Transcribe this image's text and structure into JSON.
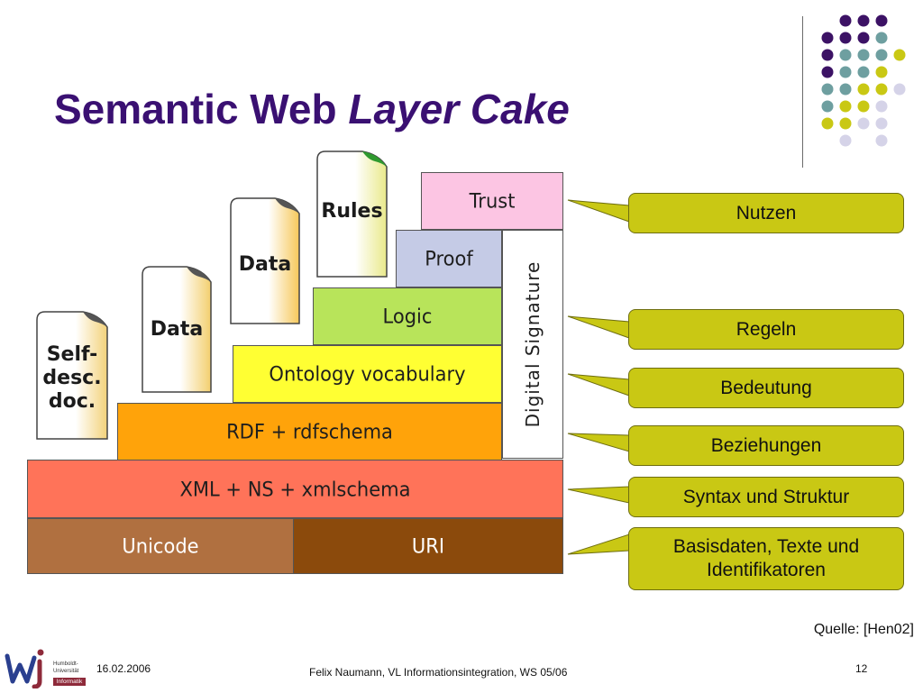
{
  "title": {
    "main": "Semantic Web ",
    "italic": "Layer Cake"
  },
  "layers": {
    "unicode": "Unicode",
    "uri": "URI",
    "xml": "XML + NS + xmlschema",
    "rdf": "RDF + rdfschema",
    "ontology": "Ontology vocabulary",
    "logic": "Logic",
    "proof": "Proof",
    "trust": "Trust",
    "signature": "Digital Signature"
  },
  "documents": {
    "self_desc": [
      "Self-",
      "desc.",
      "doc."
    ],
    "data1": "Data",
    "data2": "Data",
    "rules": "Rules"
  },
  "callouts": {
    "nutzen": "Nutzen",
    "regeln": "Regeln",
    "bedeutung": "Bedeutung",
    "beziehungen": "Beziehungen",
    "syntax": "Syntax und Struktur",
    "basis": [
      "Basisdaten, Texte und",
      "Identifikatoren"
    ]
  },
  "source": "Quelle: [Hen02]",
  "footer": {
    "date": "16.02.2006",
    "author": "Felix Naumann, VL Informationsintegration, WS 05/06",
    "page": "12"
  },
  "logo": {
    "line1": "Humboldt-",
    "line2": "Universität",
    "faculty": "Informatik"
  },
  "colors": {
    "title": "#3a1072",
    "callout": "#c9c814",
    "dot_purple": "#3c1265",
    "dot_teal": "#6e9fa0",
    "dot_yellow": "#c9c814",
    "dot_lavender": "#d5d3e8"
  }
}
